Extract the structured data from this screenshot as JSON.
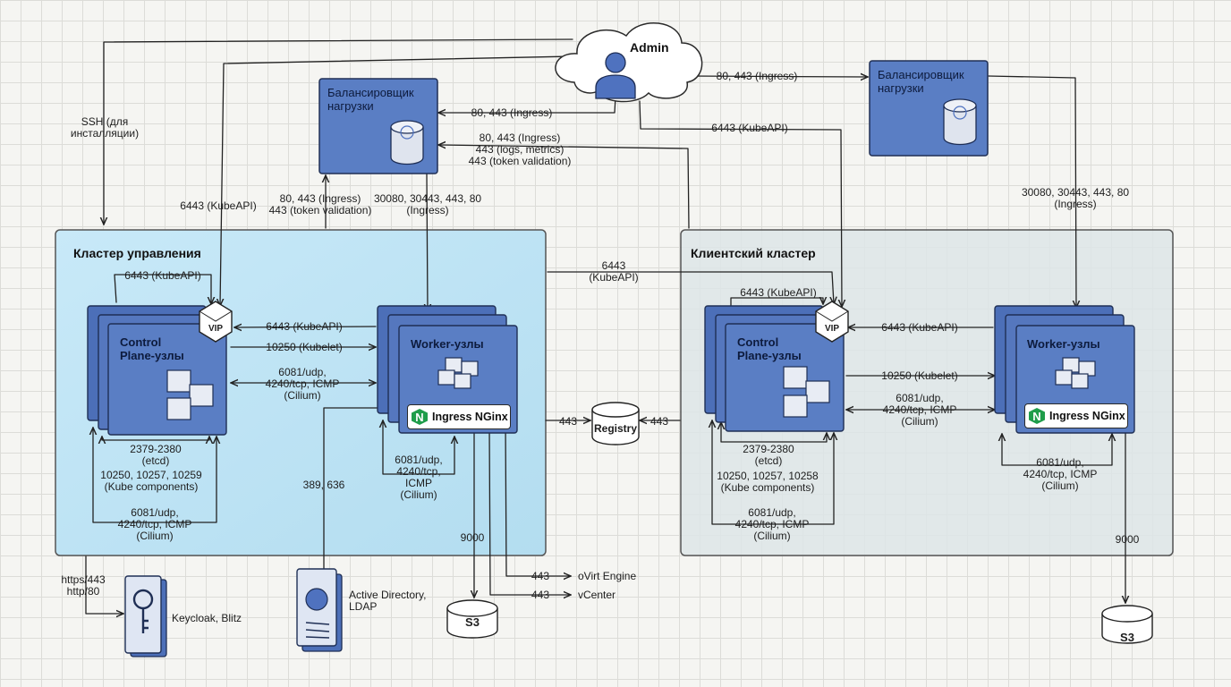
{
  "admin": {
    "label": "Admin"
  },
  "mgmt_lb": {
    "title": "Балансировщик\nнагрузки"
  },
  "client_lb": {
    "title": "Балансировщик\nнагрузки"
  },
  "mgmt_cluster": {
    "title": "Кластер управления",
    "control_plane": "Control\nPlane-узлы",
    "workers": "Worker-узлы",
    "vip": "VIP",
    "ingress": "Ingress NGinx"
  },
  "client_cluster": {
    "title": "Клиентский кластер",
    "control_plane": "Control\nPlane-узлы",
    "workers": "Worker-узлы",
    "vip": "VIP",
    "ingress": "Ingress NGinx"
  },
  "registry": "Registry",
  "s3": "S3",
  "keycloak": "Keycloak, Blitz",
  "ad": "Active Directory,\nLDAP",
  "ovirt": "oVirt Engine",
  "vcenter": "vCenter",
  "labels": {
    "ssh": "SSH (для\nинсталляции)",
    "admin_mgmt_lb": "80, 443 (Ingress)",
    "admin_client_lb": "80, 443 (Ingress)",
    "admin_client_kube": "6443 (KubeAPI)",
    "mgmt_lb_back": "80, 443 (Ingress)\n443 (logs, metrics)\n443 (token validation)",
    "admin_mgmt_kube": "6443 (KubeAPI)",
    "mgmt_to_lb": "80, 443 (Ingress)\n443 (token validation)",
    "lb_to_workers": "30080, 30443, 443, 80\n(Ingress)",
    "client_lb_to_workers": "30080, 30443, 443, 80\n(Ingress)",
    "mgmt_loop_kube": "6443 (KubeAPI)",
    "mgmt_w_cp_kube": "6443 (KubeAPI)",
    "mgmt_kubelet": "10250 (Kubelet)",
    "mgmt_cilium_cp_w": "6081/udp,\n4240/tcp, ICMP\n(Cilium)",
    "mgmt_etcd": "2379-2380\n(etcd)",
    "mgmt_kube_comp": "10250, 10257, 10259\n(Kube components)",
    "mgmt_cp_cilium": "6081/udp,\n4240/tcp, ICMP\n(Cilium)",
    "mgmt_w_cilium": "6081/udp,\n4240/tcp,\nICMP\n(Cilium)",
    "ldap": "389, 636",
    "s3_port": "9000",
    "ovirt_port": "443",
    "vcenter_port": "443",
    "keycloak_port": "https/443\nhttp/80",
    "inter_kube": "6443\n(KubeAPI)",
    "reg_left": "443",
    "reg_right": "443",
    "client_loop_kube": "6443 (KubeAPI)",
    "client_w_cp_kube": "6443 (KubeAPI)",
    "client_kubelet": "10250 (Kubelet)",
    "client_cilium_cp_w": "6081/udp,\n4240/tcp, ICMP\n(Cilium)",
    "client_etcd": "2379-2380\n(etcd)",
    "client_kube_comp": "10250, 10257, 10258\n(Kube components)",
    "client_cp_cilium": "6081/udp,\n4240/tcp, ICMP\n(Cilium)",
    "client_w_cilium": "6081/udp,\n4240/tcp, ICMP\n(Cilium)",
    "client_s3_port": "9000"
  },
  "colors": {
    "node_blue": "#5a7ec4",
    "node_border": "#1f2f55",
    "mgmt_cluster_fill": "#bfe3f4",
    "client_cluster_fill": "#dde5e7",
    "line": "#222222",
    "ingress_green": "#1f9d4a"
  }
}
